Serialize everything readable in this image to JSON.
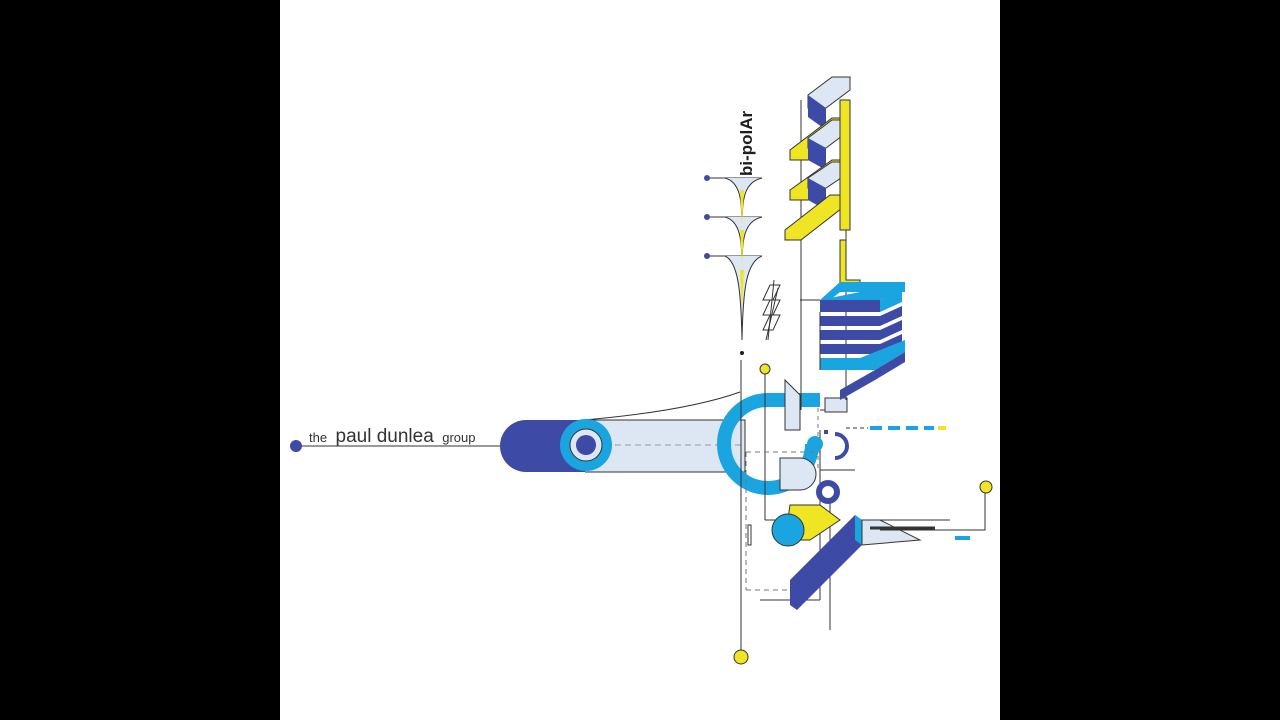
{
  "cover": {
    "artist_prefix": "the",
    "artist_name": "paul dunlea",
    "artist_suffix": "group",
    "album_title": "bi-polAr"
  },
  "colors": {
    "background_frame": "#000000",
    "canvas": "#ffffff",
    "navy": "#3e4ba6",
    "cyan": "#1aa5e0",
    "yellow": "#f0e524",
    "pale_blue": "#dde6f3",
    "line": "#333333"
  }
}
